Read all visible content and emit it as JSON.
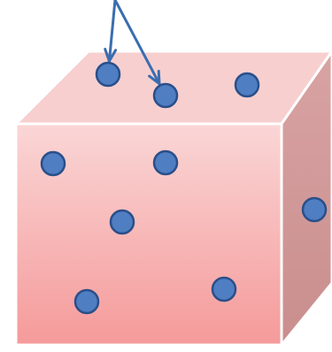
{
  "diagram": {
    "colors": {
      "front_top": "#fad6d6",
      "front_bottom": "#f59a9a",
      "top_face": "#f7cfcf",
      "side_top": "#d9a3a3",
      "side_bottom": "#c98e8e",
      "edge": "#ffffff",
      "dot_fill": "#4f7ec2",
      "dot_stroke": "#2a4f8a",
      "arrow": "#3a6db0"
    },
    "dots": [
      {
        "face": "top",
        "id": "top-1"
      },
      {
        "face": "top",
        "id": "top-2"
      },
      {
        "face": "top",
        "id": "top-3"
      },
      {
        "face": "front",
        "id": "front-1"
      },
      {
        "face": "front",
        "id": "front-2"
      },
      {
        "face": "front",
        "id": "front-3"
      },
      {
        "face": "front",
        "id": "front-4"
      },
      {
        "face": "front",
        "id": "front-5"
      },
      {
        "face": "side",
        "id": "side-1"
      }
    ],
    "arrows": [
      {
        "target": "top-1"
      },
      {
        "target": "top-2"
      }
    ]
  }
}
